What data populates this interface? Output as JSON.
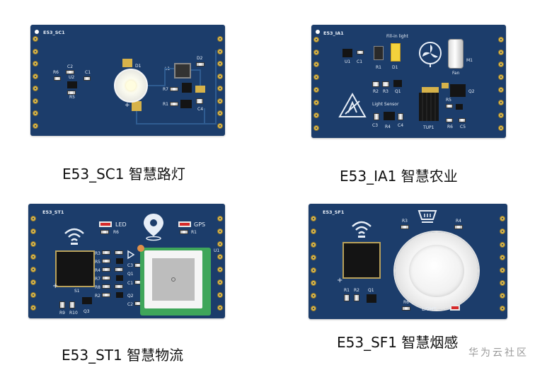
{
  "cards": {
    "sc1": {
      "board_label": "E53_SC1",
      "caption": "E53_SC1 智慧路灯",
      "labels": {
        "d1": "D1",
        "l1": "L1",
        "d2": "D2",
        "r6": "R6",
        "c2": "C2",
        "u2": "U2",
        "c1": "C1",
        "r5": "R5",
        "r7": "R7",
        "u1": "U1",
        "r1": "R1",
        "c4": "C4"
      }
    },
    "ia1": {
      "board_label": "E53_IA1",
      "caption": "E53_IA1 智慧农业",
      "labels": {
        "fill_in_light": "Fill-in light",
        "u1": "U1",
        "c1": "C1",
        "r1": "R1",
        "d1": "D1",
        "m1": "M1",
        "fan": "Fan",
        "r2": "R2",
        "r3": "R3",
        "q1": "Q1",
        "light_sensor": "Light Sensor",
        "c3": "C3",
        "r4": "R4",
        "c4": "C4",
        "tup1": "TUP1",
        "r5": "R5",
        "q2": "Q2",
        "r6": "R6",
        "c5": "C5"
      }
    },
    "st1": {
      "board_label": "E53_ST1",
      "caption": "E53_ST1 智慧物流",
      "labels": {
        "led": "LED",
        "r6": "R6",
        "gps": "GPS",
        "r1": "R1",
        "u1": "U1",
        "s1": "S1",
        "r9": "R9",
        "r10": "R10",
        "q3": "Q3",
        "r3": "R3",
        "r5": "R5",
        "r4": "R4",
        "r7": "R7",
        "r8": "R8",
        "r2": "R2",
        "c1": "C1",
        "c3": "C3",
        "q1": "Q1",
        "q2": "Q2",
        "c2": "C2"
      }
    },
    "sf1": {
      "board_label": "E53_SF1",
      "caption": "E53_SF1 智慧烟感",
      "labels": {
        "r3": "R3",
        "r4": "R4",
        "r1": "R1",
        "r2": "R2",
        "q1": "Q1",
        "r6": "R6",
        "light": "LIGHT"
      }
    }
  },
  "watermark": "华为云社区",
  "colors": {
    "pcb": "#1c3d6b",
    "pad": "#d9b64a",
    "silkscreen": "#e7eef7",
    "led_red": "#d62b2b",
    "led_yellow": "#f3d23c"
  }
}
